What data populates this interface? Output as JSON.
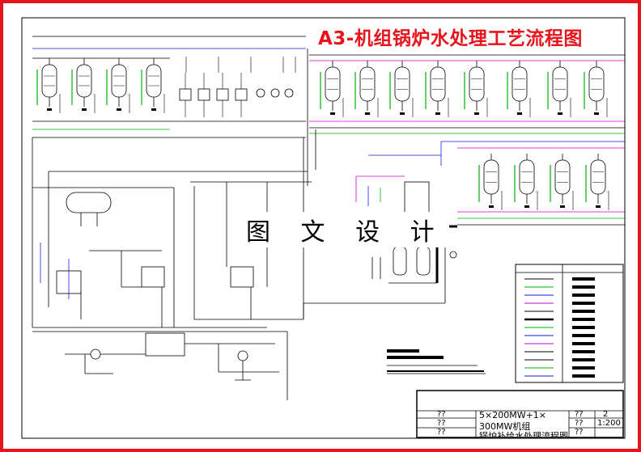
{
  "diagram": {
    "title": "A3-机组锅炉水处理工艺流程图",
    "watermark": "图 文 设 计",
    "title_block": {
      "line1": "5×200MW+1×",
      "line2": "300MW机组",
      "line3": "锅炉补给水处理流程图",
      "sheet": "2",
      "scale": "1:200",
      "left_marks": [
        "??",
        "??",
        "??"
      ],
      "right_marks": [
        "??",
        "??",
        "??"
      ]
    }
  },
  "colors": {
    "border": "#e8141c",
    "blue": "#1a1adc",
    "green": "#00b000",
    "magenta": "#cc00cc",
    "line": "#000000"
  },
  "icons": [
    "tank",
    "vessel",
    "pump",
    "legend-symbol"
  ]
}
